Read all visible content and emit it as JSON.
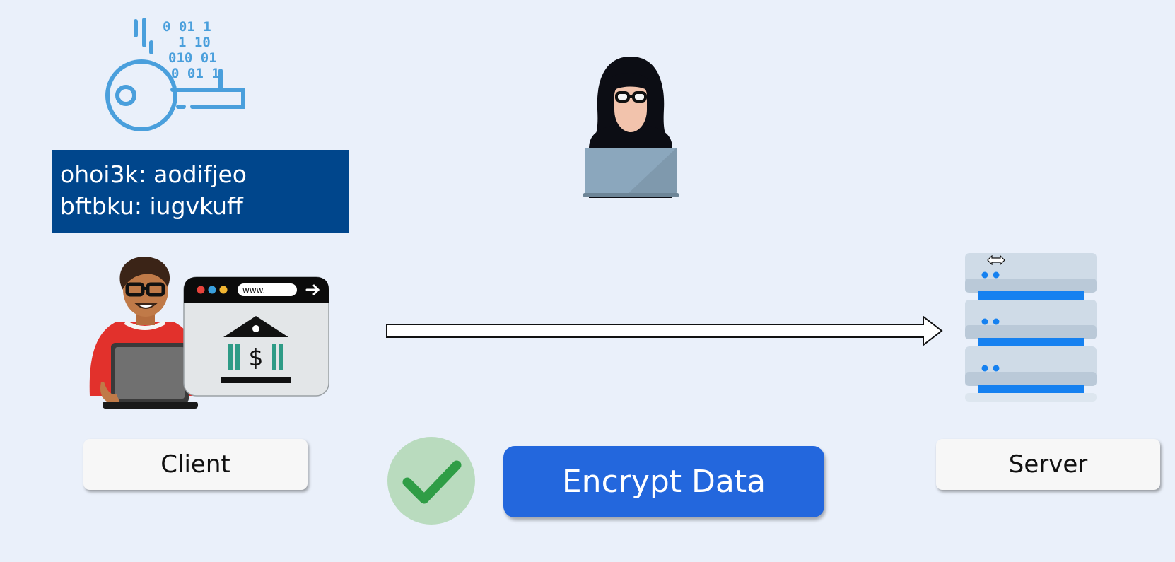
{
  "cipher": {
    "line1": "ohoi3k: aodifjeo",
    "line2": "bftbku: iugvkuff"
  },
  "binary_rows": [
    "0 01 1",
    "1 10",
    "010 01",
    "0 01 1"
  ],
  "browser": {
    "url_text": "www."
  },
  "labels": {
    "client": "Client",
    "server": "Server",
    "encrypt": "Encrypt Data"
  },
  "colors": {
    "background": "#eaf0fa",
    "cipher_box": "#00468c",
    "encrypt_button": "#2367dd",
    "check": "#2f9d46",
    "check_bg": "#b9dbbe",
    "server_accent": "#1681f0",
    "key_icon": "#4a9fdc"
  }
}
